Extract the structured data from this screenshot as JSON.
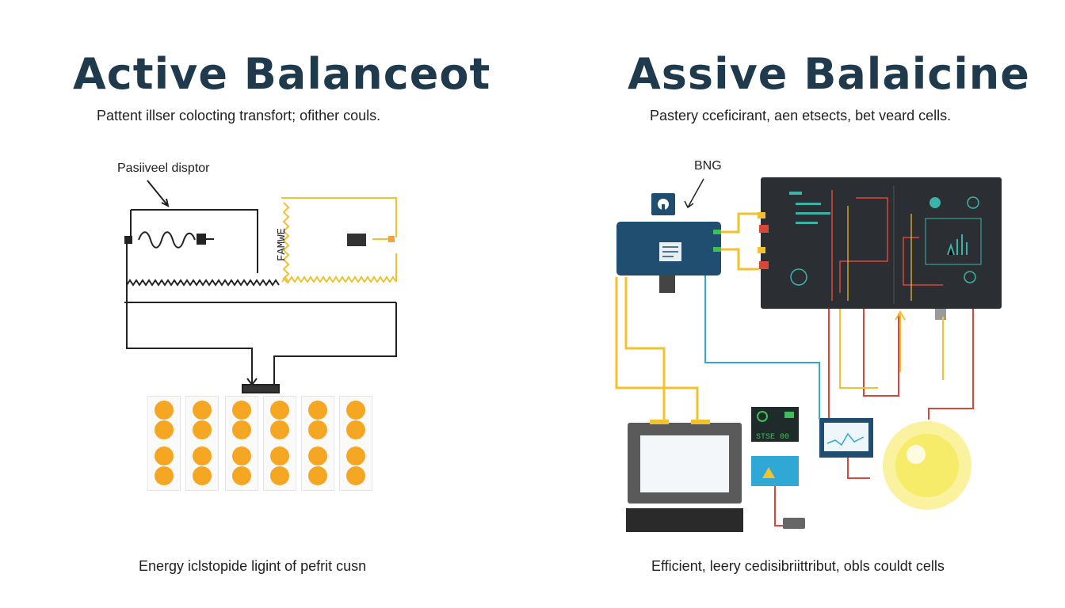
{
  "left": {
    "title": "Active Balanceot",
    "subtitle": "Pattent illser colocting transfort; ofither couls.",
    "callout": "Pasiiveel disptor",
    "coil_label": "FAMWE",
    "caption": "Energy iclstopide ligint of pefrit cusn"
  },
  "right": {
    "title": "Assive Balaicine",
    "subtitle": "Pastery cceficirant, aen etsects, bet veard cells.",
    "callout": "BNG",
    "module_text": "STSE 00",
    "caption": "Efficient, leery cedisibriittribut, obls couldt cells"
  },
  "colors": {
    "title": "#1f3a4d",
    "cell": "#f5a623",
    "wire_yellow": "#f2c12e",
    "wire_red": "#d9463a",
    "wire_blue": "#2fa8d6",
    "panel_dark": "#2b2f33",
    "bms_blue": "#1f4e70",
    "bulb": "#fbf2a0"
  }
}
